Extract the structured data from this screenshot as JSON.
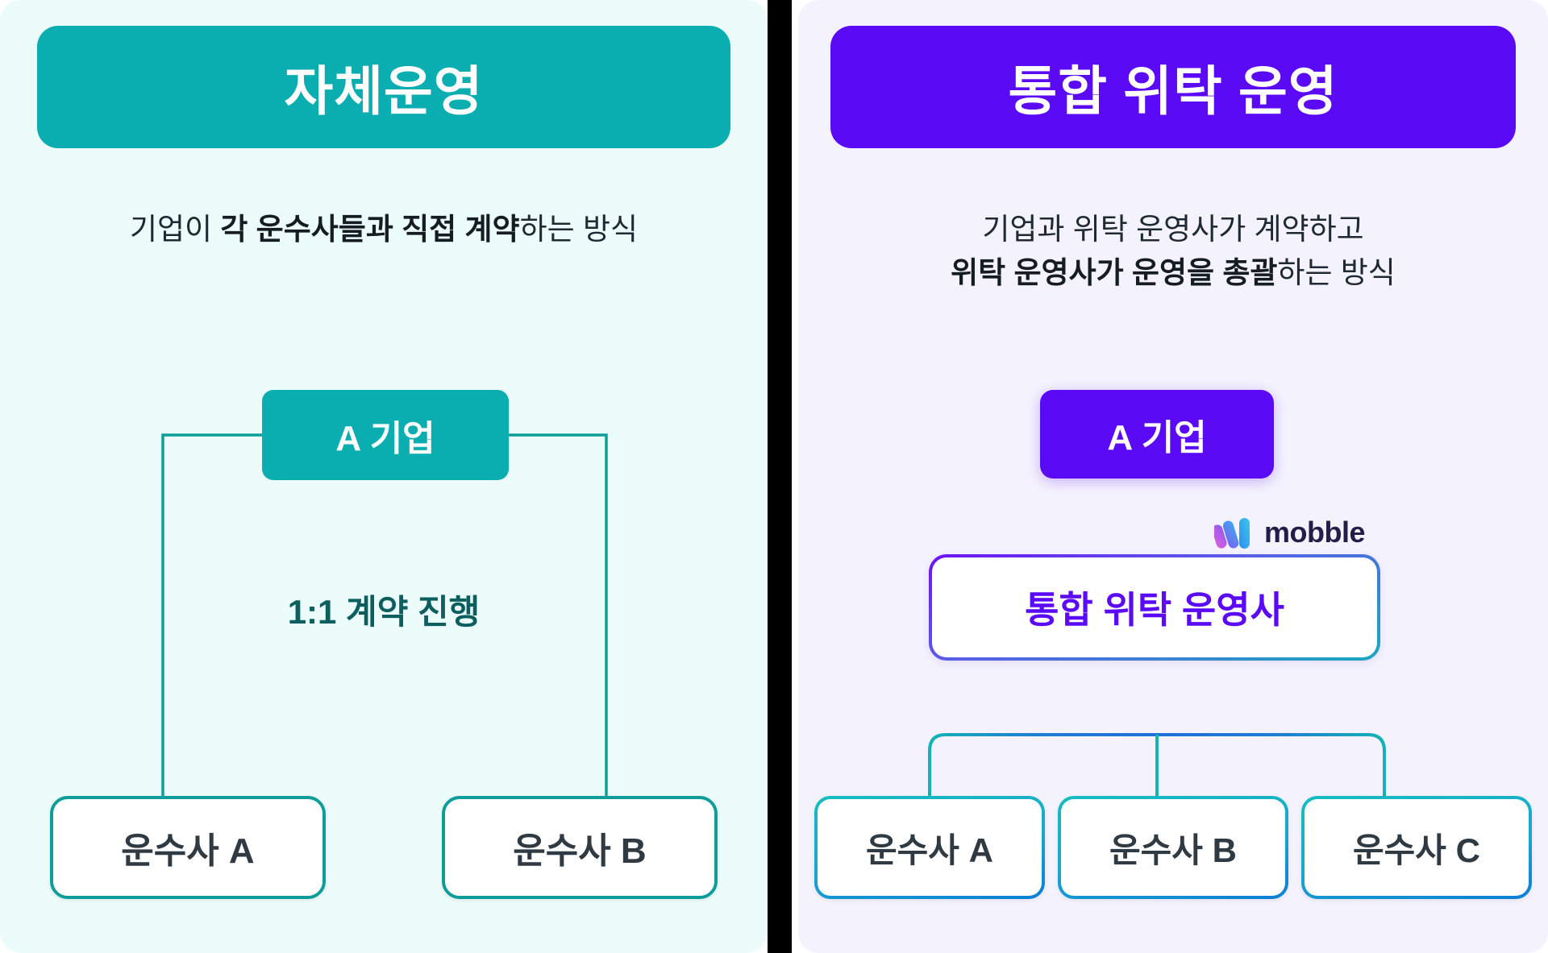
{
  "left": {
    "header": "자체운영",
    "subtitle": {
      "pre": "기업이 ",
      "bold": "각 운수사들과 직접 계약",
      "post": "하는 방식"
    },
    "corp_node": "A 기업",
    "contract_label": "1:1 계약 진행",
    "carriers": [
      "운수사 A",
      "운수사 B"
    ],
    "colors": {
      "panel_bg": "#ecfcfa",
      "accent": "#0aaeb0",
      "node_border": "#0f9d9a",
      "label_text": "#0c5f5e"
    }
  },
  "right": {
    "header": "통합 위탁 운영",
    "subtitle": {
      "line1": "기업과 위탁 운영사가 계약하고",
      "line2_bold": "위탁 운영사가 운영을 총괄",
      "line2_post": "하는 방식"
    },
    "corp_node": "A 기업",
    "operator_node": "통합 위탁 운영사",
    "carriers": [
      "운수사 A",
      "운수사 B",
      "운수사 C"
    ],
    "logo": {
      "name": "mobble",
      "mark_icon": "mobble-m-mark-icon"
    },
    "colors": {
      "panel_bg": "#f4f2fd",
      "accent": "#5b0af5",
      "connector_top": "#5b0af5",
      "connector_mid": "#1f6fd6",
      "connector_bottom": "#13b3b6"
    }
  },
  "divider": {
    "color": "#000000"
  }
}
